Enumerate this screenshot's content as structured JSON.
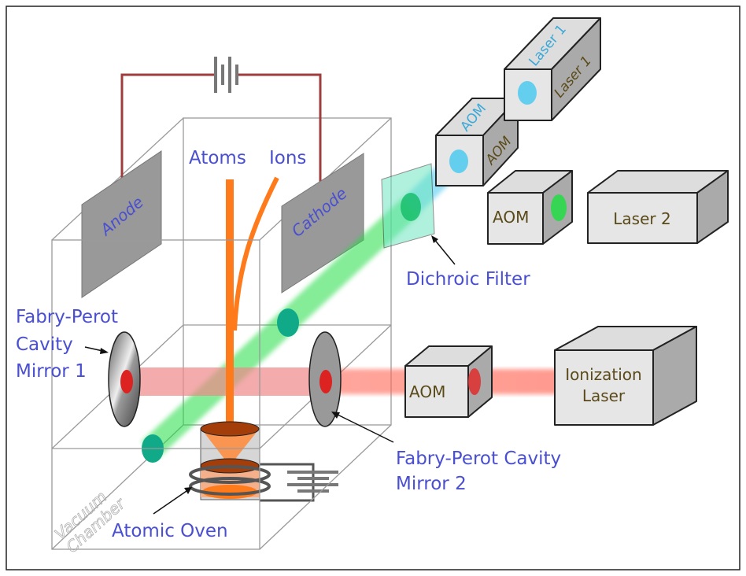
{
  "labels": {
    "atoms": "Atoms",
    "ions": "Ions",
    "anode": "Anode",
    "cathode": "Cathode",
    "mirror1": [
      "Fabry-Perot",
      "Cavity",
      "Mirror 1"
    ],
    "mirror2": [
      "Fabry-Perot Cavity",
      "Mirror 2"
    ],
    "dichroic": "Dichroic Filter",
    "oven": "Atomic Oven",
    "chamber": [
      "Vacuum",
      "Chamber"
    ]
  },
  "components": {
    "aom_red": "AOM",
    "ionization_laser": [
      "Ionization",
      "Laser"
    ],
    "aom_green": "AOM",
    "laser2": "Laser 2",
    "aom_blue": "AOM",
    "laser1": "Laser 1"
  },
  "colors": {
    "label": "#4a4fd0",
    "box_text": "#5a4a1a",
    "blue_text": "#3aa8d8",
    "green_beam": "#22dd44",
    "blue_beam": "#44c8f0",
    "red_beam": "#ee7777",
    "orange_beam": "#ff7a1a",
    "wire": "#a03c3c"
  }
}
